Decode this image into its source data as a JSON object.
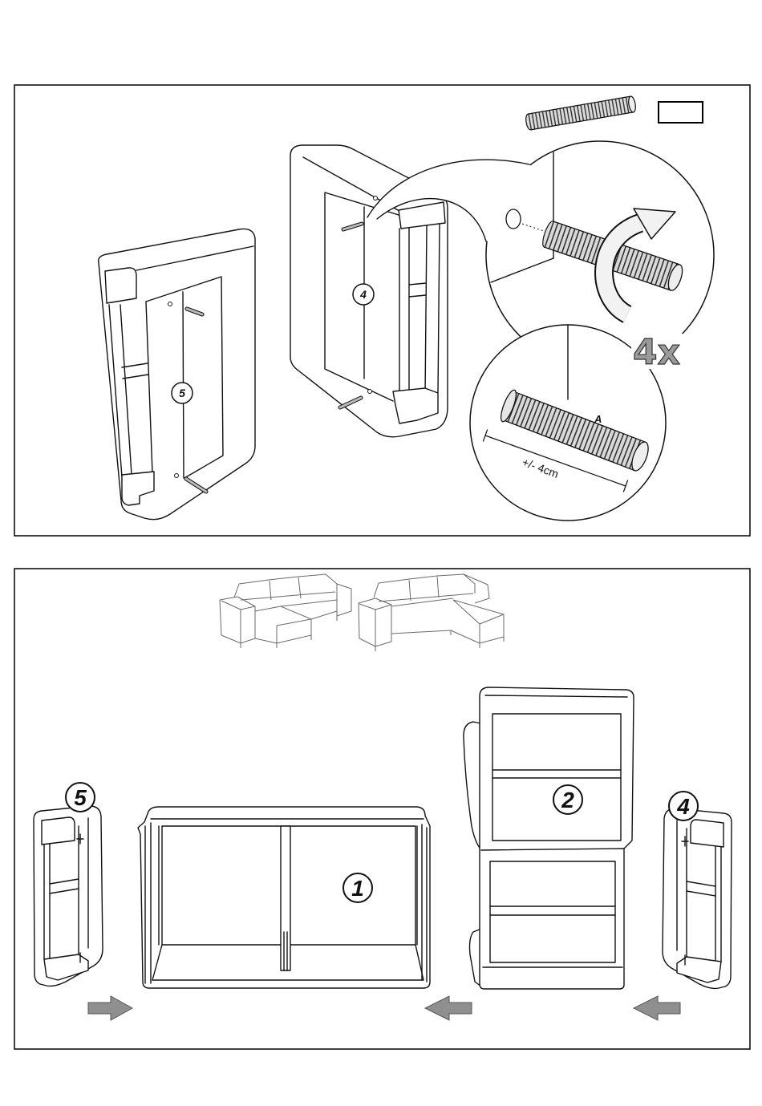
{
  "top_step": {
    "armrest_left_label": "5",
    "armrest_right_label": "4",
    "quantity": "4x",
    "bolt_label": "A",
    "bolt_length": "+/- 4cm"
  },
  "bottom_step": {
    "armrest_left_label": "5",
    "module_1_label": "1",
    "module_2_label": "2",
    "armrest_right_label": "4"
  }
}
